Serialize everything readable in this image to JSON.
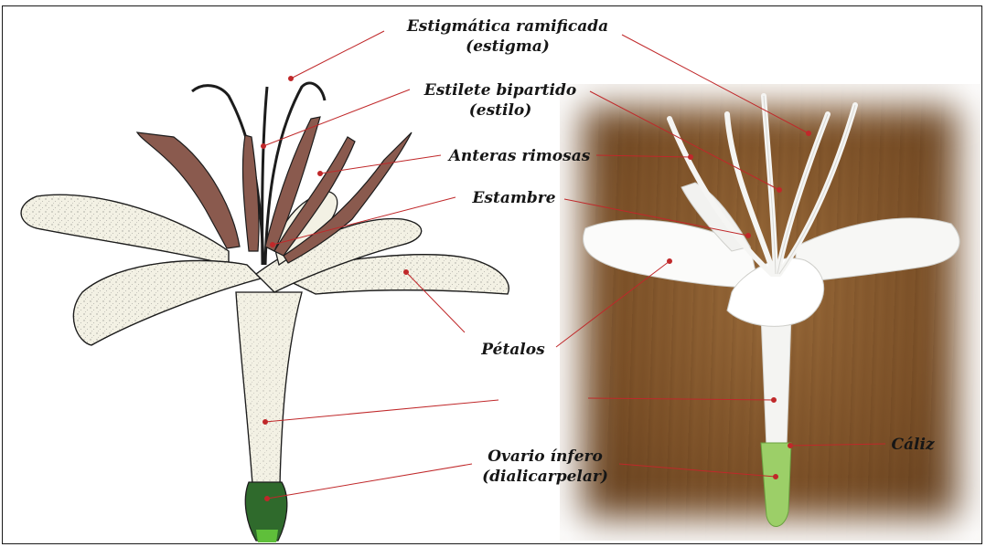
{
  "labels": {
    "stigma_line1": "Estigmática ramificada",
    "stigma_line2": "(estigma)",
    "style_line1": "Estilete bipartido",
    "style_line2": "(estilo)",
    "anthers": "Anteras rimosas",
    "stamen": "Estambre",
    "petals": "Pétalos",
    "ovary_line1": "Ovario ínfero",
    "ovary_line2": "(dialicarpelar)",
    "calyx": "Cáliz"
  },
  "colors": {
    "pointer": "#c0282a",
    "text": "#161616",
    "petal_drawing": "#f3f1e4",
    "anther": "#8a5a4e",
    "ovary": "#2f6a2c",
    "wood": "#7c5128",
    "calyx_photo": "#9ccf68"
  }
}
